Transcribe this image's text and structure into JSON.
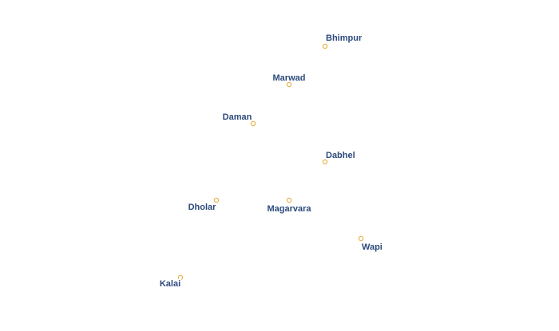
{
  "colors": {
    "background": "#ffffff",
    "label_text": "#2c4a7c",
    "label_halo": "#ffffff",
    "dot_stroke": "#e8b24a",
    "dot_fill": "#ffffff"
  },
  "places": [
    {
      "name": "Bhimpur",
      "icon": "place-dot-icon"
    },
    {
      "name": "Marwad",
      "icon": "place-dot-icon"
    },
    {
      "name": "Daman",
      "icon": "place-dot-icon"
    },
    {
      "name": "Dabhel",
      "icon": "place-dot-icon"
    },
    {
      "name": "Dholar",
      "icon": "place-dot-icon"
    },
    {
      "name": "Magarvara",
      "icon": "place-dot-icon"
    },
    {
      "name": "Wapi",
      "icon": "place-dot-icon"
    },
    {
      "name": "Kalai",
      "icon": "place-dot-icon"
    }
  ]
}
